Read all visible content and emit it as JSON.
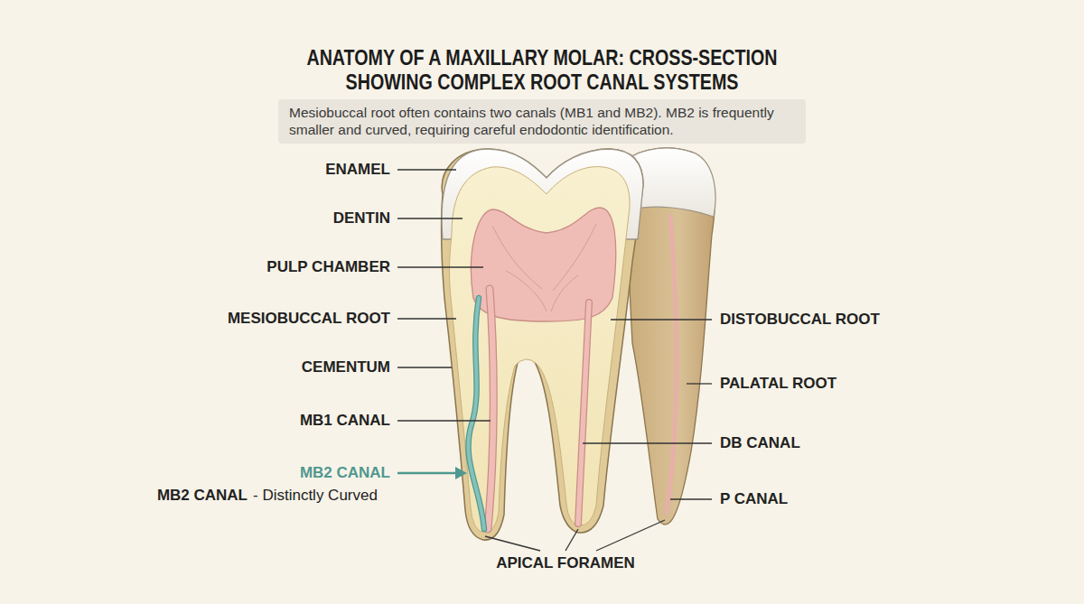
{
  "diagram": {
    "title": "ANATOMY OF A MAXILLARY MOLAR: CROSS-SECTION SHOWING COMPLEX ROOT CANAL SYSTEMS",
    "caption": "Mesiobuccal root often contains two canals (MB1 and MB2). MB2 is frequently smaller and curved, requiring careful endodontic identification.",
    "labels": [
      "ENAMEL",
      "DENTIN",
      "PULP CHAMBER",
      "MESIOBUCCAL ROOT",
      "CEMENTUM",
      "MB1 CANAL",
      "MB2 CANAL",
      "MB2 CANAL",
      "- Distinctly Curved",
      "DISTOBUCCAL ROOT",
      "PALATAL ROOT",
      "DB CANAL",
      "P CANAL",
      "APICAL FORAMEN"
    ]
  }
}
